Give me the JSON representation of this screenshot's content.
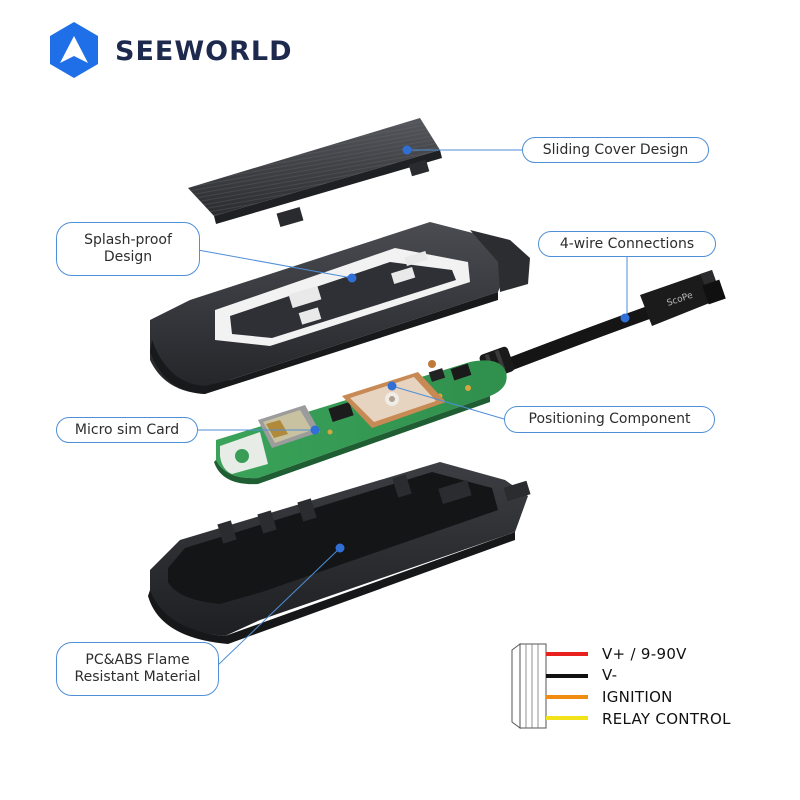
{
  "brand": {
    "name": "SEEWORLD",
    "color": "#1f6fe8",
    "text_color": "#1d2a4e"
  },
  "callouts": {
    "sliding_cover": "Sliding Cover Design",
    "splash_proof_line1": "Splash-proof",
    "splash_proof_line2": "Design",
    "four_wire": "4-wire Connections",
    "positioning": "Positioning Component",
    "micro_sim": "Micro sim Card",
    "flame_resistant_line1": "PC&ABS Flame",
    "flame_resistant_line2": "Resistant Material"
  },
  "wire_legend": [
    {
      "label": "V+ / 9-90V",
      "color": "#e8201e"
    },
    {
      "label": "V-",
      "color": "#111111"
    },
    {
      "label": "IGNITION",
      "color": "#f08c12"
    },
    {
      "label": "RELAY CONTROL",
      "color": "#f2e21a"
    }
  ],
  "connector_text": "ScoPe"
}
